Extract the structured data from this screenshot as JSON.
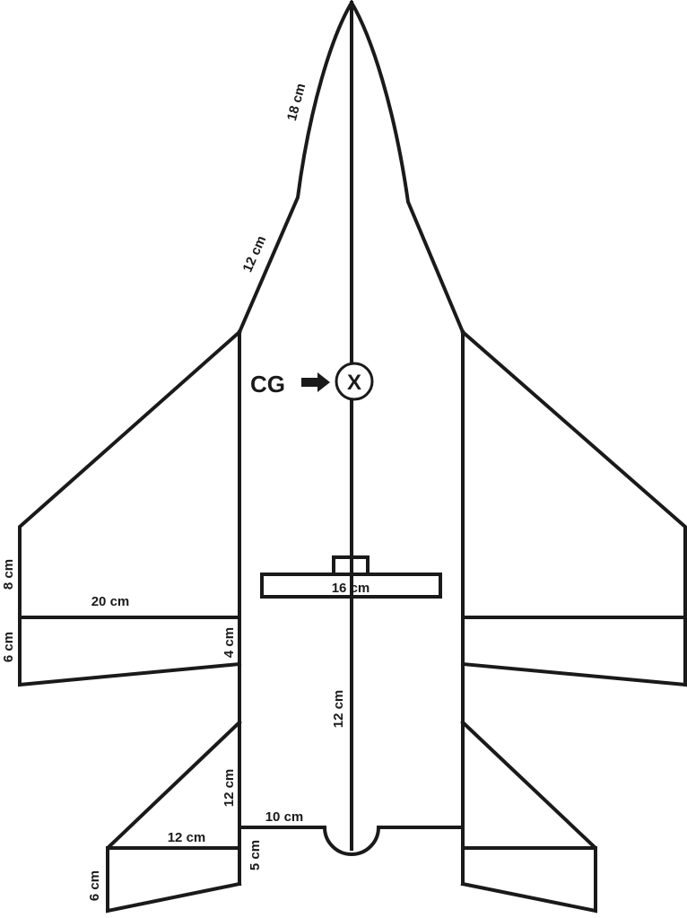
{
  "labels": {
    "nose_length": "18 cm",
    "nose_taper": "12 cm",
    "cg": "CG",
    "cg_mark": "X",
    "wing_root": "8 cm",
    "wing_span": "20 cm",
    "aileron_tip": "6 cm",
    "aileron_root": "4 cm",
    "canard_span": "16 cm",
    "rear_body": "12 cm",
    "stab_root": "12 cm",
    "tail_notch": "10 cm",
    "stab_span": "12 cm",
    "elevator_root": "5 cm",
    "elevator_tip": "6 cm"
  }
}
